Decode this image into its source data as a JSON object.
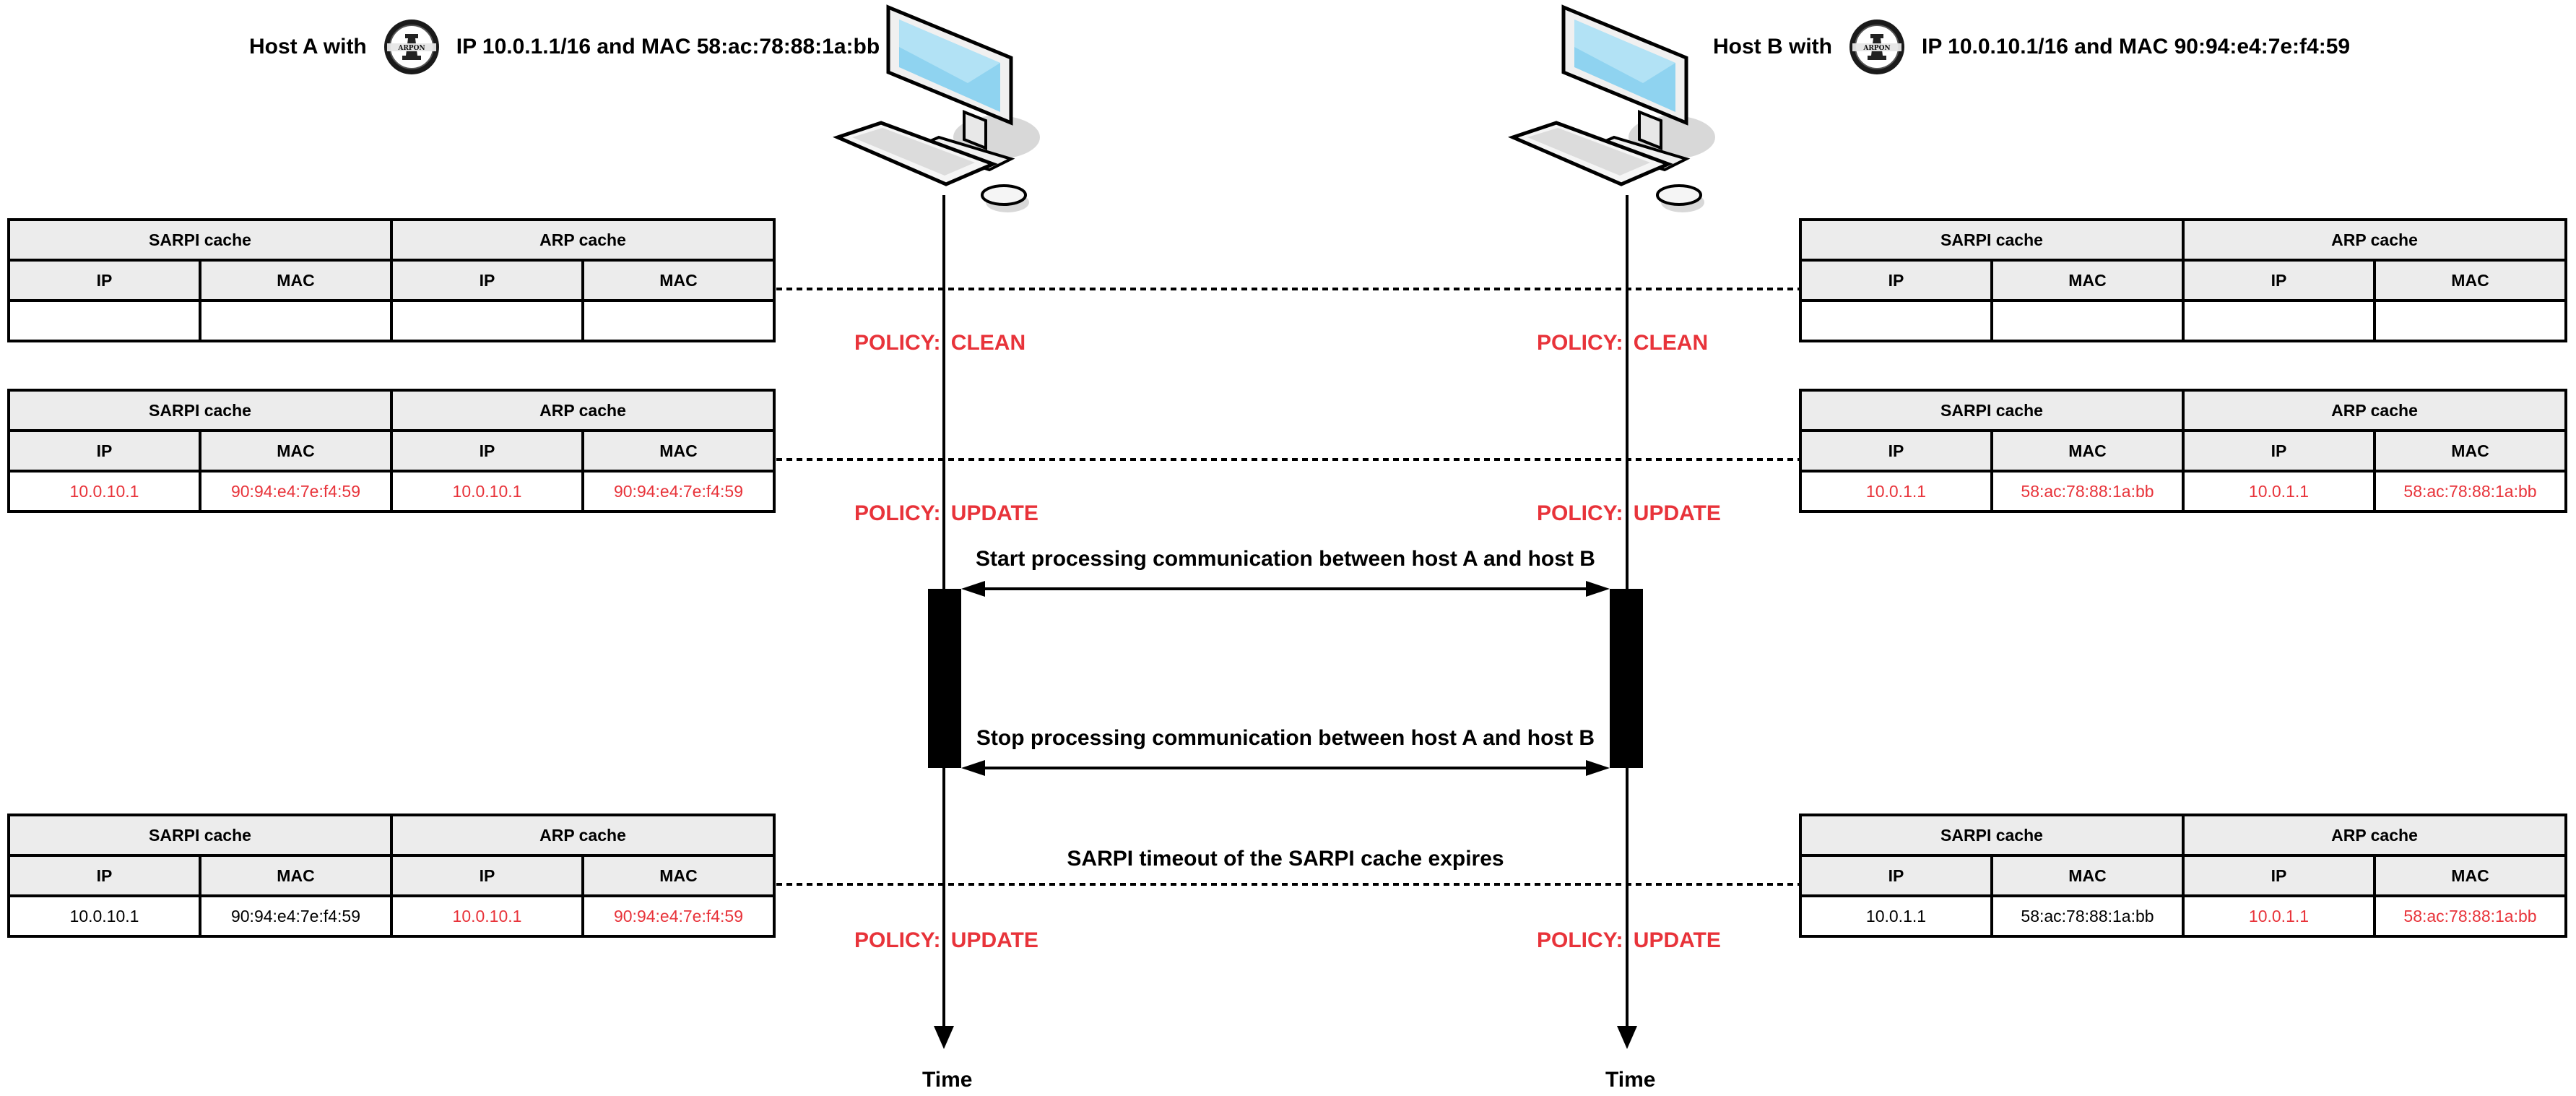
{
  "host_a": {
    "with": "Host A with",
    "info": "IP 10.0.1.1/16 and MAC 58:ac:78:88:1a:bb",
    "logo_text": "ARPON"
  },
  "host_b": {
    "with": "Host B with",
    "info": "IP 10.0.10.1/16 and MAC 90:94:e4:7e:f4:59",
    "logo_text": "ARPON"
  },
  "headers": {
    "sarpi": "SARPI cache",
    "arp": "ARP cache",
    "ip": "IP",
    "mac": "MAC"
  },
  "stages": [
    {
      "policy_a": "POLICY: CLEAN",
      "policy_b": "POLICY: CLEAN",
      "left": [
        "",
        "",
        "",
        ""
      ],
      "left_red": [
        false,
        false,
        false,
        false
      ],
      "right": [
        "",
        "",
        "",
        ""
      ],
      "right_red": [
        false,
        false,
        false,
        false
      ]
    },
    {
      "policy_a": "POLICY: UPDATE",
      "policy_b": "POLICY: UPDATE",
      "left": [
        "10.0.10.1",
        "90:94:e4:7e:f4:59",
        "10.0.10.1",
        "90:94:e4:7e:f4:59"
      ],
      "left_red": [
        true,
        true,
        true,
        true
      ],
      "right": [
        "10.0.1.1",
        "58:ac:78:88:1a:bb",
        "10.0.1.1",
        "58:ac:78:88:1a:bb"
      ],
      "right_red": [
        true,
        true,
        true,
        true
      ]
    },
    {
      "policy_a": "POLICY: UPDATE",
      "policy_b": "POLICY: UPDATE",
      "left": [
        "10.0.10.1",
        "90:94:e4:7e:f4:59",
        "10.0.10.1",
        "90:94:e4:7e:f4:59"
      ],
      "left_red": [
        false,
        false,
        true,
        true
      ],
      "right": [
        "10.0.1.1",
        "58:ac:78:88:1a:bb",
        "10.0.1.1",
        "58:ac:78:88:1a:bb"
      ],
      "right_red": [
        false,
        false,
        true,
        true
      ]
    }
  ],
  "messages": {
    "start": "Start processing communication between host A and host B",
    "stop": "Stop processing communication between host A and host B",
    "timeout": "SARPI timeout of the SARPI cache expires"
  },
  "time_label": "Time",
  "colors": {
    "policy": "#e8333a",
    "header_bg": "#ececec",
    "screen": "#8fd3f0"
  }
}
